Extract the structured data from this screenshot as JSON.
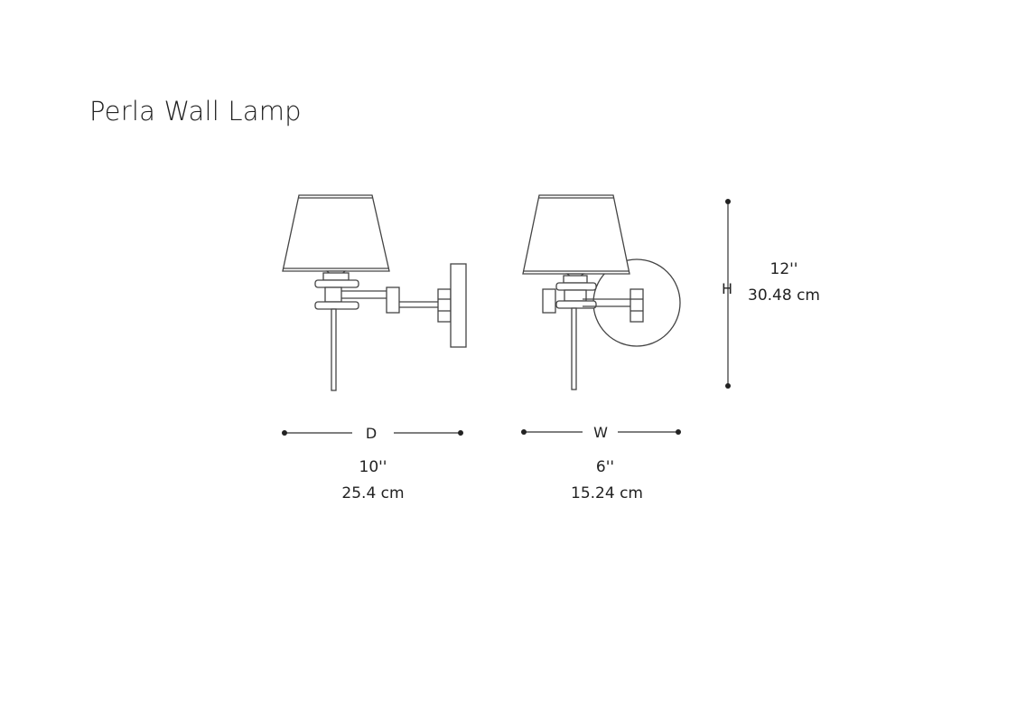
{
  "title": "Perla Wall Lamp",
  "dimensions": {
    "depth": {
      "letter": "D",
      "imperial": "10''",
      "metric": "25.4 cm"
    },
    "width": {
      "letter": "W",
      "imperial": "6''",
      "metric": "15.24 cm"
    },
    "height": {
      "letter": "H",
      "imperial": "12''",
      "metric": "30.48 cm"
    }
  }
}
